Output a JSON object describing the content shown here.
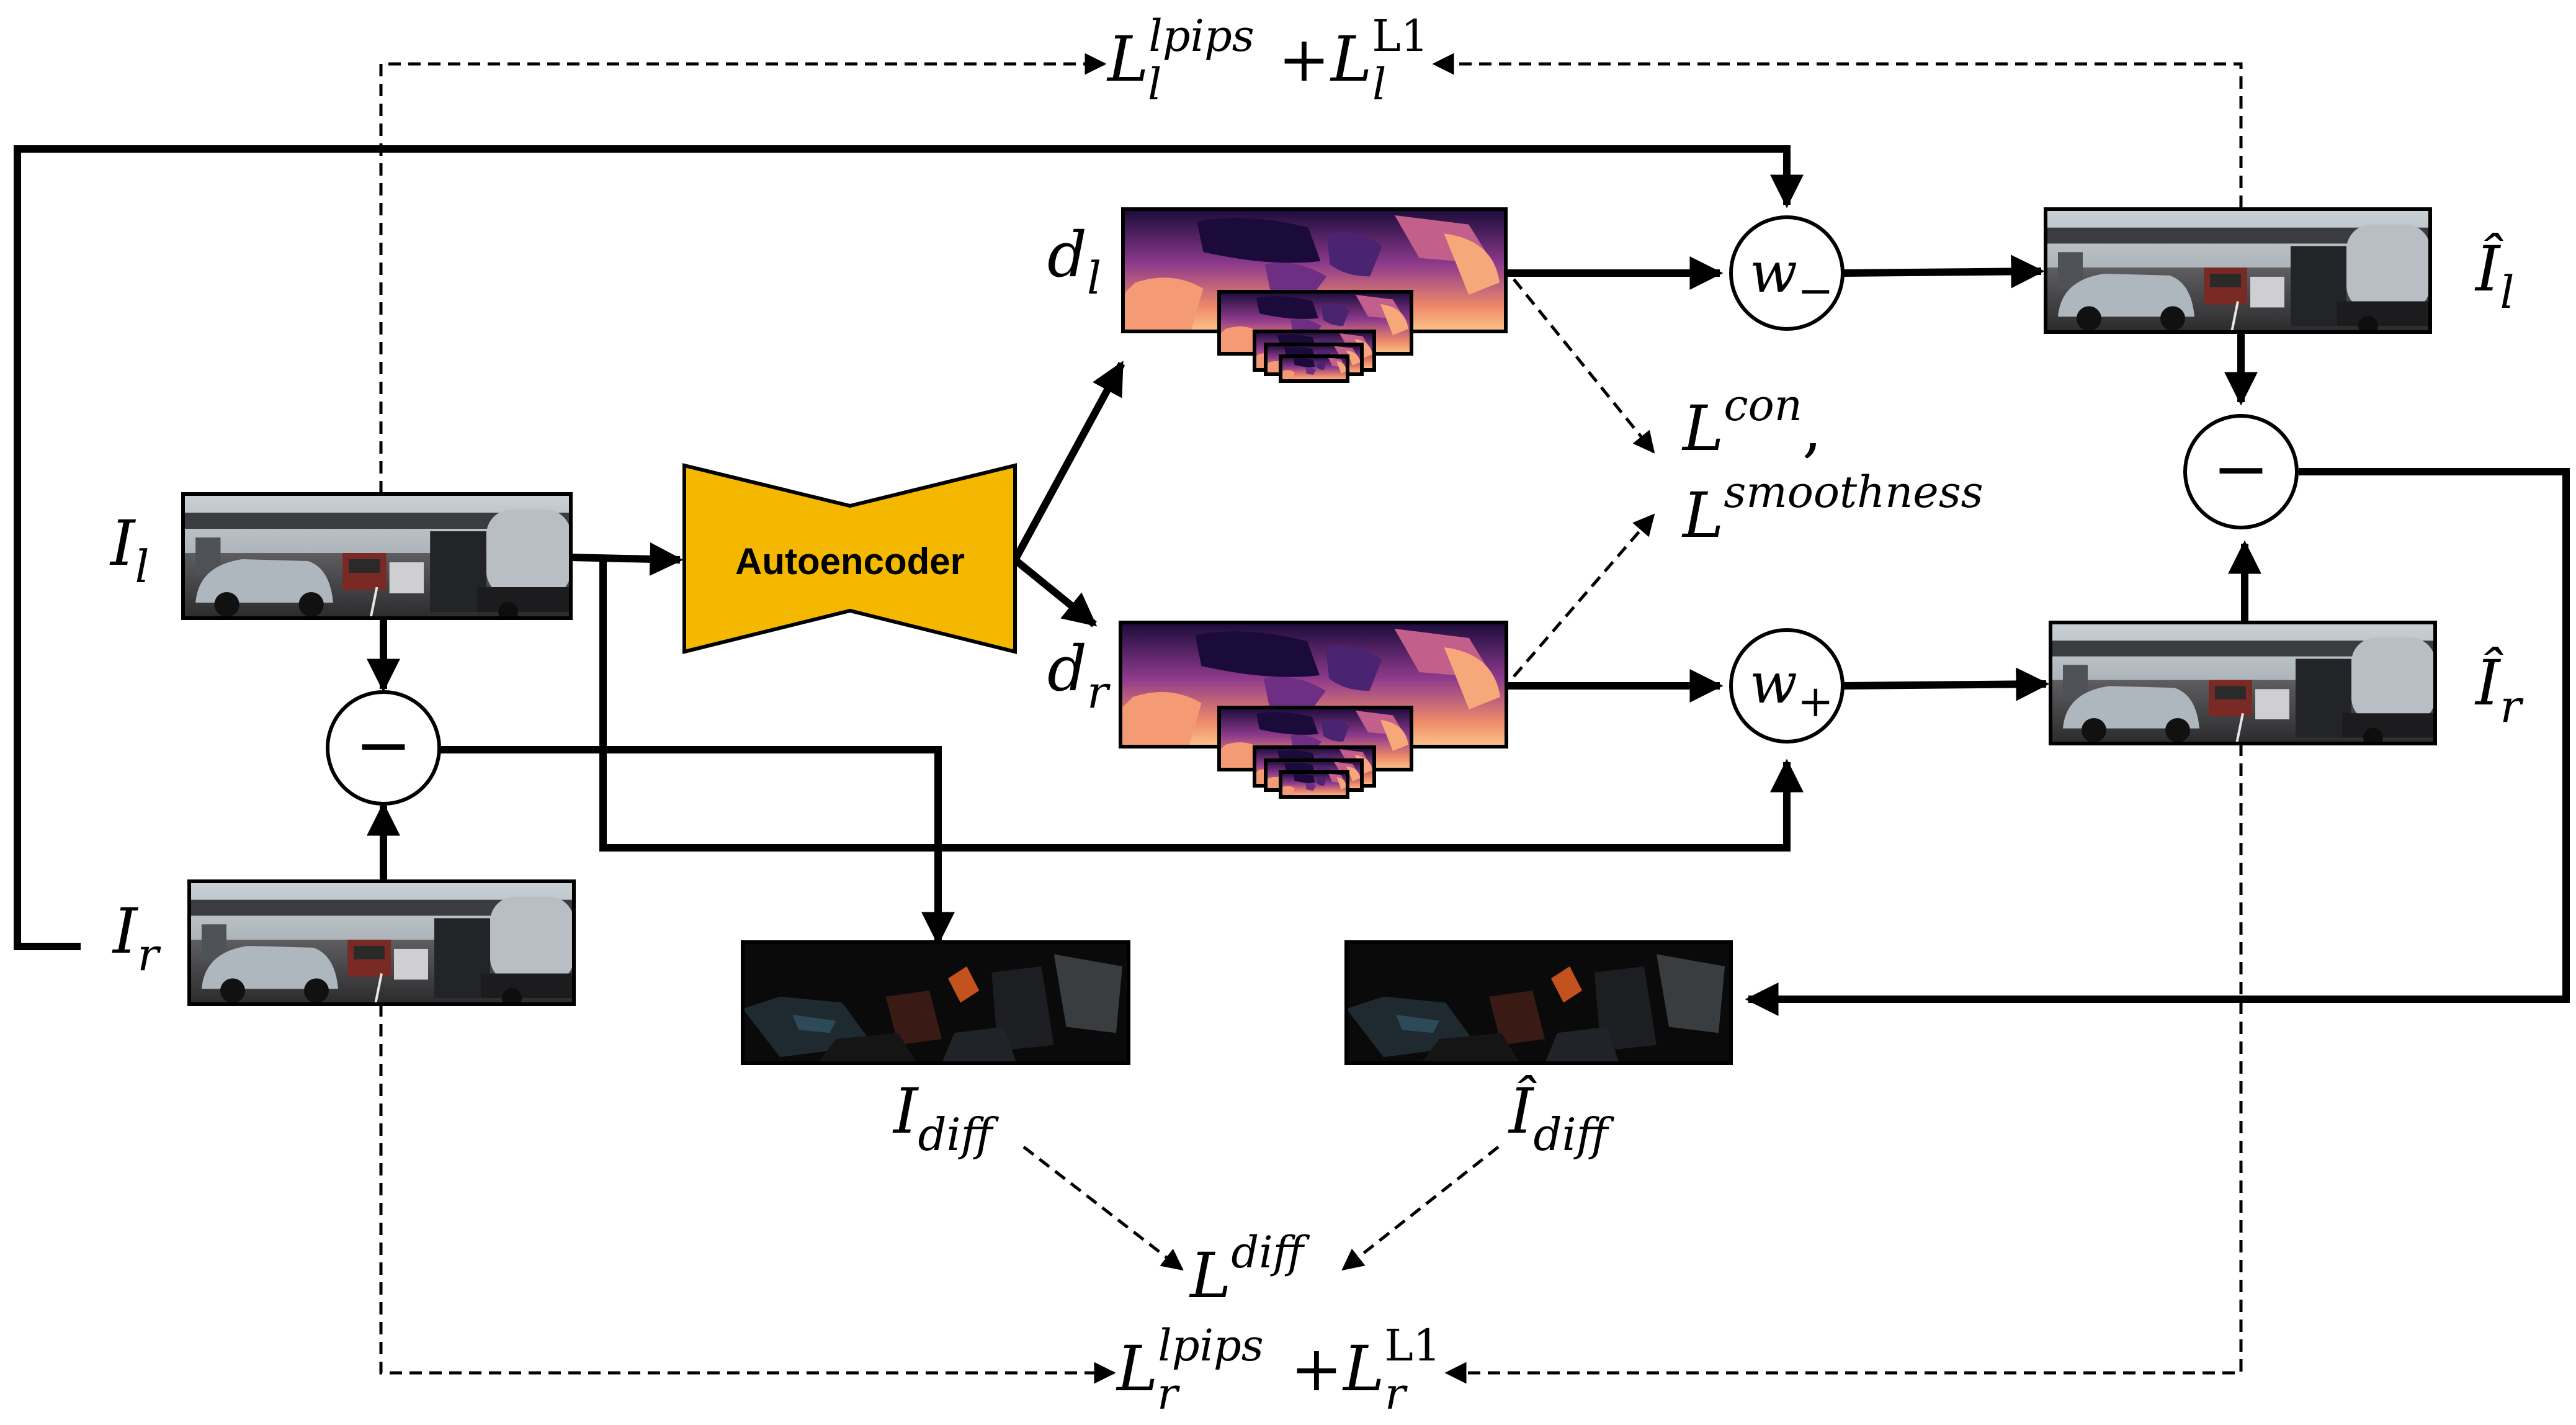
{
  "inputs": {
    "left_image": {
      "symbol": "I",
      "subscript": "l"
    },
    "right_image": {
      "symbol": "I",
      "subscript": "r"
    }
  },
  "autoencoder": {
    "label": "Autoencoder",
    "fill": "#F5B800"
  },
  "disparities": {
    "left": {
      "symbol": "d",
      "subscript": "l"
    },
    "right": {
      "symbol": "d",
      "subscript": "r"
    }
  },
  "warps": {
    "minus": {
      "symbol": "w",
      "subscript": "−"
    },
    "plus": {
      "symbol": "w",
      "subscript": "+"
    }
  },
  "subtract_symbol": "−",
  "reconstructions": {
    "left": {
      "symbol": "Î",
      "subscript": "l"
    },
    "right": {
      "symbol": "Î",
      "subscript": "r"
    }
  },
  "difference_images": {
    "input_diff": {
      "symbol": "I",
      "subscript": "diff"
    },
    "recon_diff": {
      "symbol": "Î",
      "subscript": "diff"
    }
  },
  "losses": {
    "top": {
      "term1": "L",
      "term1_sup": "lpips",
      "term1_sub": "l",
      "plus": "+",
      "term2": "L",
      "term2_sup": "L1",
      "term2_sub": "l"
    },
    "bottom": {
      "term1": "L",
      "term1_sup": "lpips",
      "term1_sub": "r",
      "plus": "+",
      "term2": "L",
      "term2_sup": "L1",
      "term2_sub": "r"
    },
    "consistency": {
      "symbol": "L",
      "sup": "con",
      "comma": ","
    },
    "smoothness": {
      "symbol": "L",
      "sup": "smoothness"
    },
    "diff": {
      "symbol": "L",
      "sup": "diff"
    }
  },
  "colors": {
    "autoencoder": "#F5B800",
    "disparity_dark": "#1A0B3A",
    "disparity_mid": "#8E3A8C",
    "disparity_bright": "#FCC48A",
    "photo_sky": "#A9B3BB",
    "diff_dark": "#0A0A0A"
  }
}
